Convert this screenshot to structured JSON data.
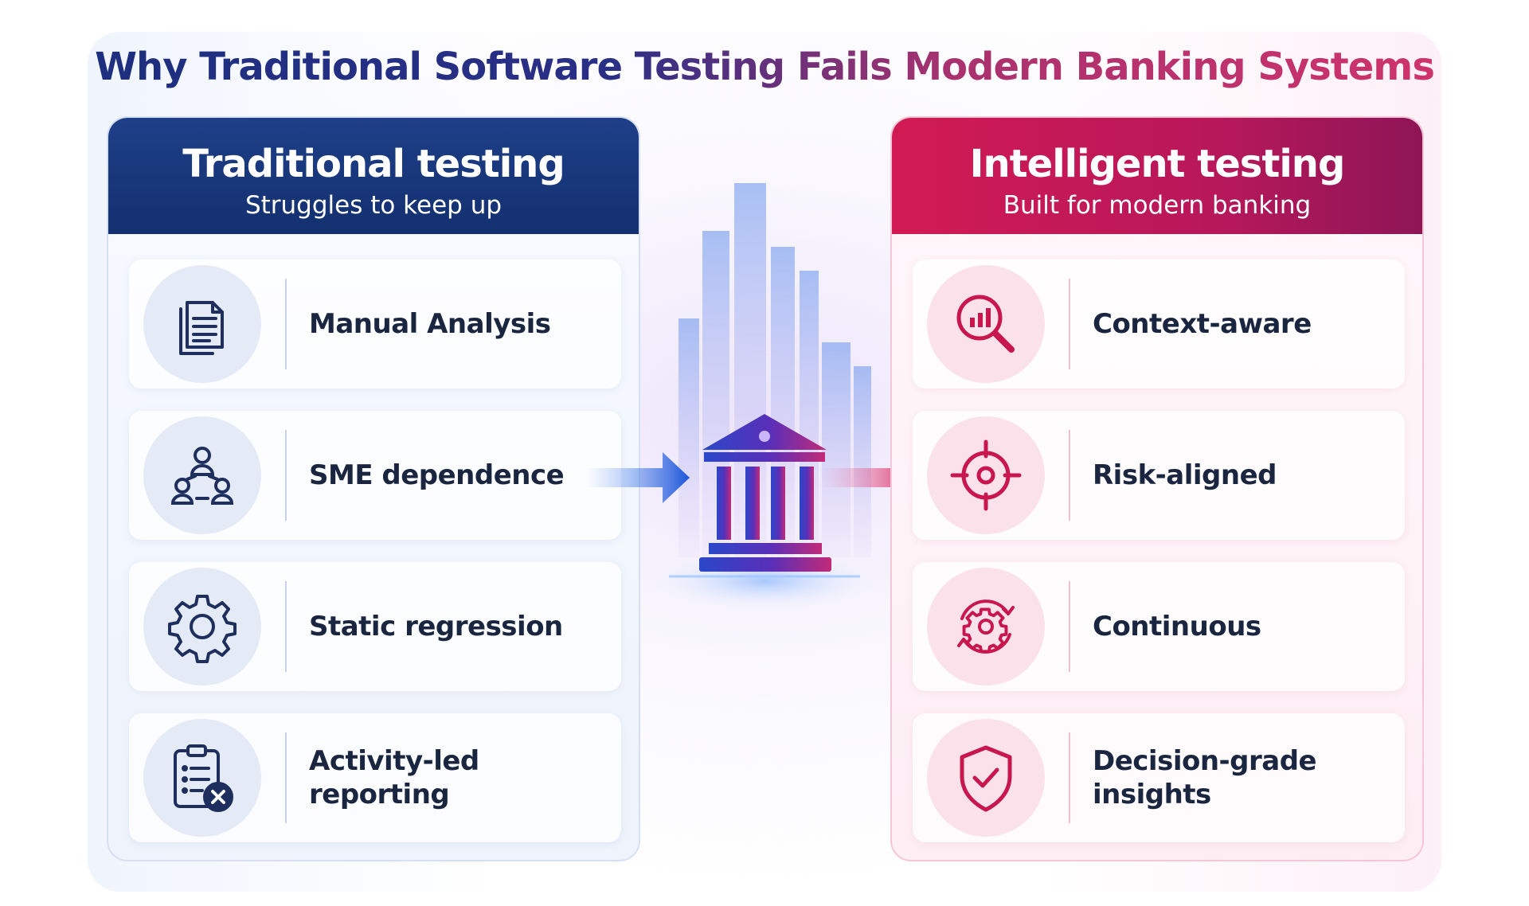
{
  "title": "Why Traditional Software Testing Fails Modern Banking Systems",
  "left_panel": {
    "title": "Traditional testing",
    "subtitle": "Struggles to keep up",
    "items": [
      {
        "label": "Manual Analysis",
        "icon": "document-icon"
      },
      {
        "label": "SME dependence",
        "icon": "people-network-icon"
      },
      {
        "label": "Static regression",
        "icon": "gear-icon"
      },
      {
        "label": "Activity-led reporting",
        "icon": "clipboard-x-icon"
      }
    ]
  },
  "right_panel": {
    "title": "Intelligent testing",
    "subtitle": "Built for modern banking",
    "items": [
      {
        "label": "Context-aware",
        "icon": "magnifier-chart-icon"
      },
      {
        "label": "Risk-aligned",
        "icon": "target-icon"
      },
      {
        "label": "Continuous",
        "icon": "gear-cycle-icon"
      },
      {
        "label": "Decision-grade insights",
        "icon": "shield-check-icon"
      }
    ]
  },
  "center": {
    "icon": "bank-icon"
  },
  "colors": {
    "navy": "#1e3f88",
    "crimson": "#d11a54",
    "text": "#1a2540"
  }
}
